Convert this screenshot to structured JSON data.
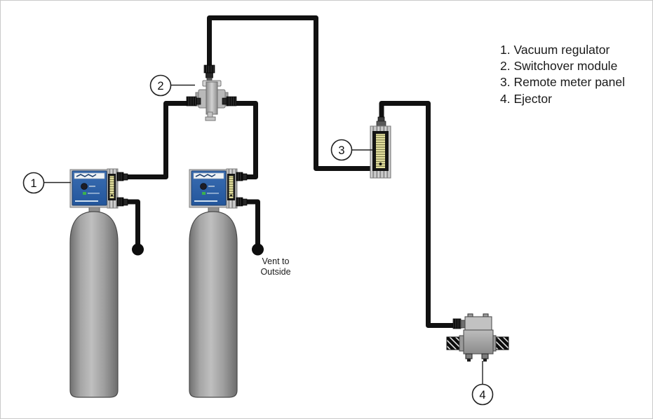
{
  "legend": {
    "items": [
      {
        "text": "1. Vacuum regulator"
      },
      {
        "text": "2. Switchover module"
      },
      {
        "text": "3. Remote meter panel"
      },
      {
        "text": "4. Ejector"
      }
    ]
  },
  "callouts": {
    "vacuum_regulator": "1",
    "switchover_module": "2",
    "remote_meter_panel": "3",
    "ejector": "4"
  },
  "labels": {
    "vent_line1": "Vent to",
    "vent_line2": "Outside"
  },
  "colors": {
    "pipe": "#111111",
    "panel_blue": "#2d62a8",
    "meter_yellow": "#e7e3a2",
    "cylinder_gray": "#9e9e9e",
    "device_gray": "#b9b9b9",
    "background": "#ffffff",
    "border": "#c9c9c9"
  }
}
